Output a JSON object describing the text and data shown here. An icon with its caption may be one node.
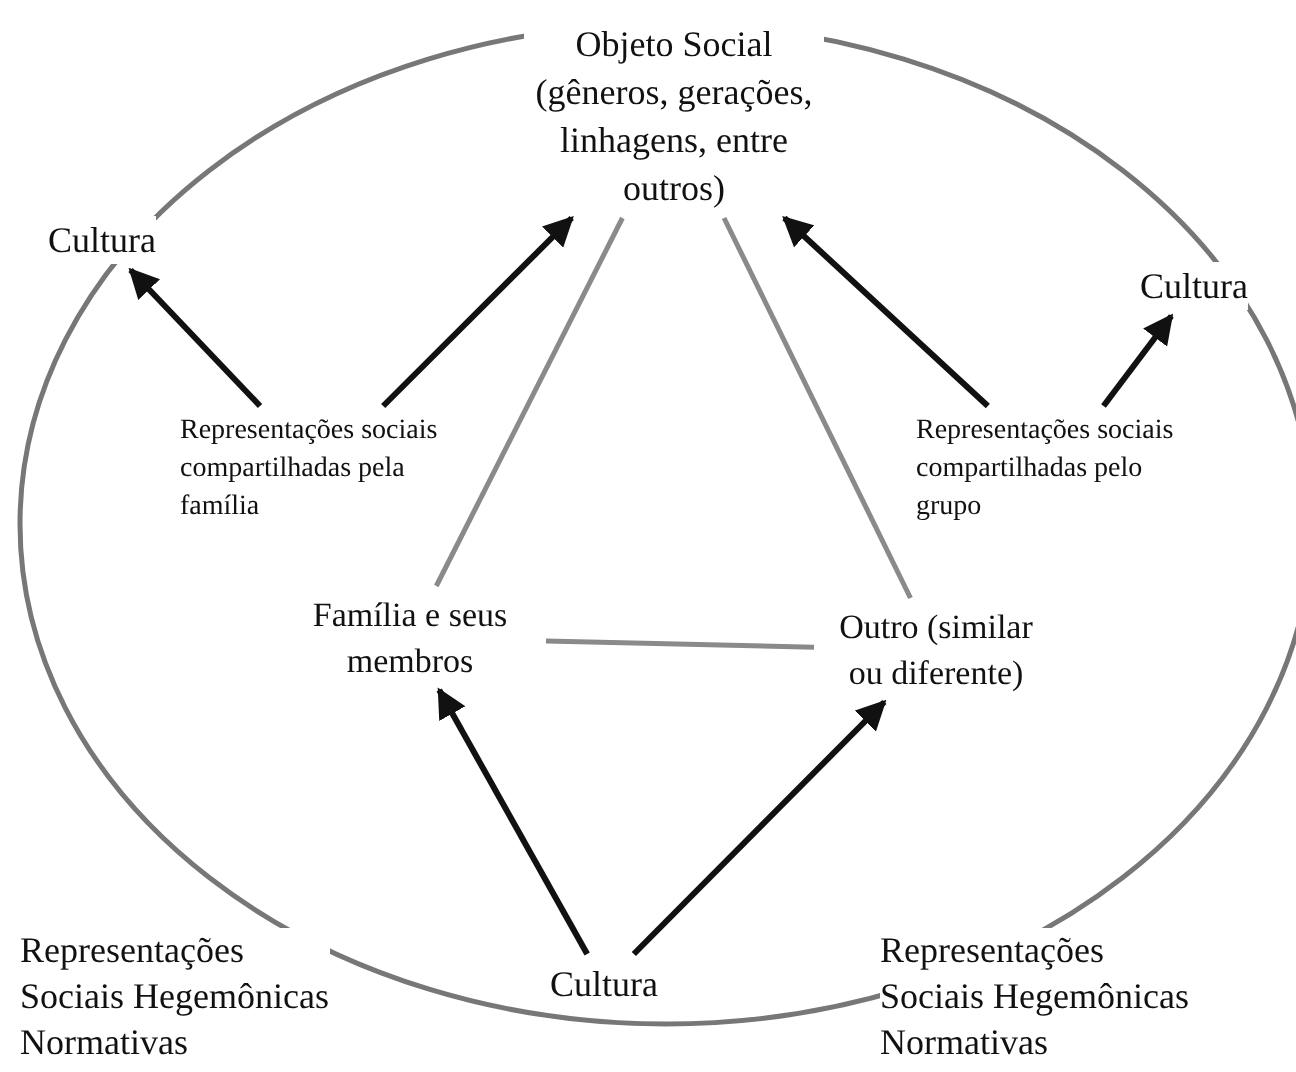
{
  "diagram": {
    "nodes": [
      {
        "text": [
          "Objeto Social (gêneros, gerações, linhagens, entre outros)"
        ]
      },
      {
        "text": [
          "Cultura"
        ]
      },
      {
        "text": [
          "Cultura"
        ]
      },
      {
        "text": [
          "Representações sociais compartilhadas pela família"
        ]
      },
      {
        "text": [
          "Representações sociais compartilhadas pelo grupo"
        ]
      },
      {
        "text": [
          "Família e seus membros"
        ]
      },
      {
        "text": [
          "Outro (similar ou diferente)"
        ]
      },
      {
        "text": [
          "Cultura"
        ]
      }
    ],
    "edges": [
      {
        "from": 3,
        "to": 1,
        "arrow": "to"
      },
      {
        "from": 3,
        "to": 0,
        "arrow": "to"
      },
      {
        "from": 4,
        "to": 0,
        "arrow": "to"
      },
      {
        "from": 4,
        "to": 2,
        "arrow": "to"
      },
      {
        "from": 7,
        "to": 5,
        "arrow": "to"
      },
      {
        "from": 7,
        "to": 6,
        "arrow": "to"
      },
      {
        "from": 0,
        "to": 5,
        "arrow": "none",
        "color": "#8a8a8a"
      },
      {
        "from": 5,
        "to": 6,
        "arrow": "none",
        "color": "#8a8a8a"
      },
      {
        "from": 6,
        "to": 0,
        "arrow": "none",
        "color": "#8a8a8a"
      }
    ],
    "labels": [
      "Representações Sociais Hegemônicas Normativas",
      "Representações Sociais Hegemônicas Normativas"
    ]
  }
}
